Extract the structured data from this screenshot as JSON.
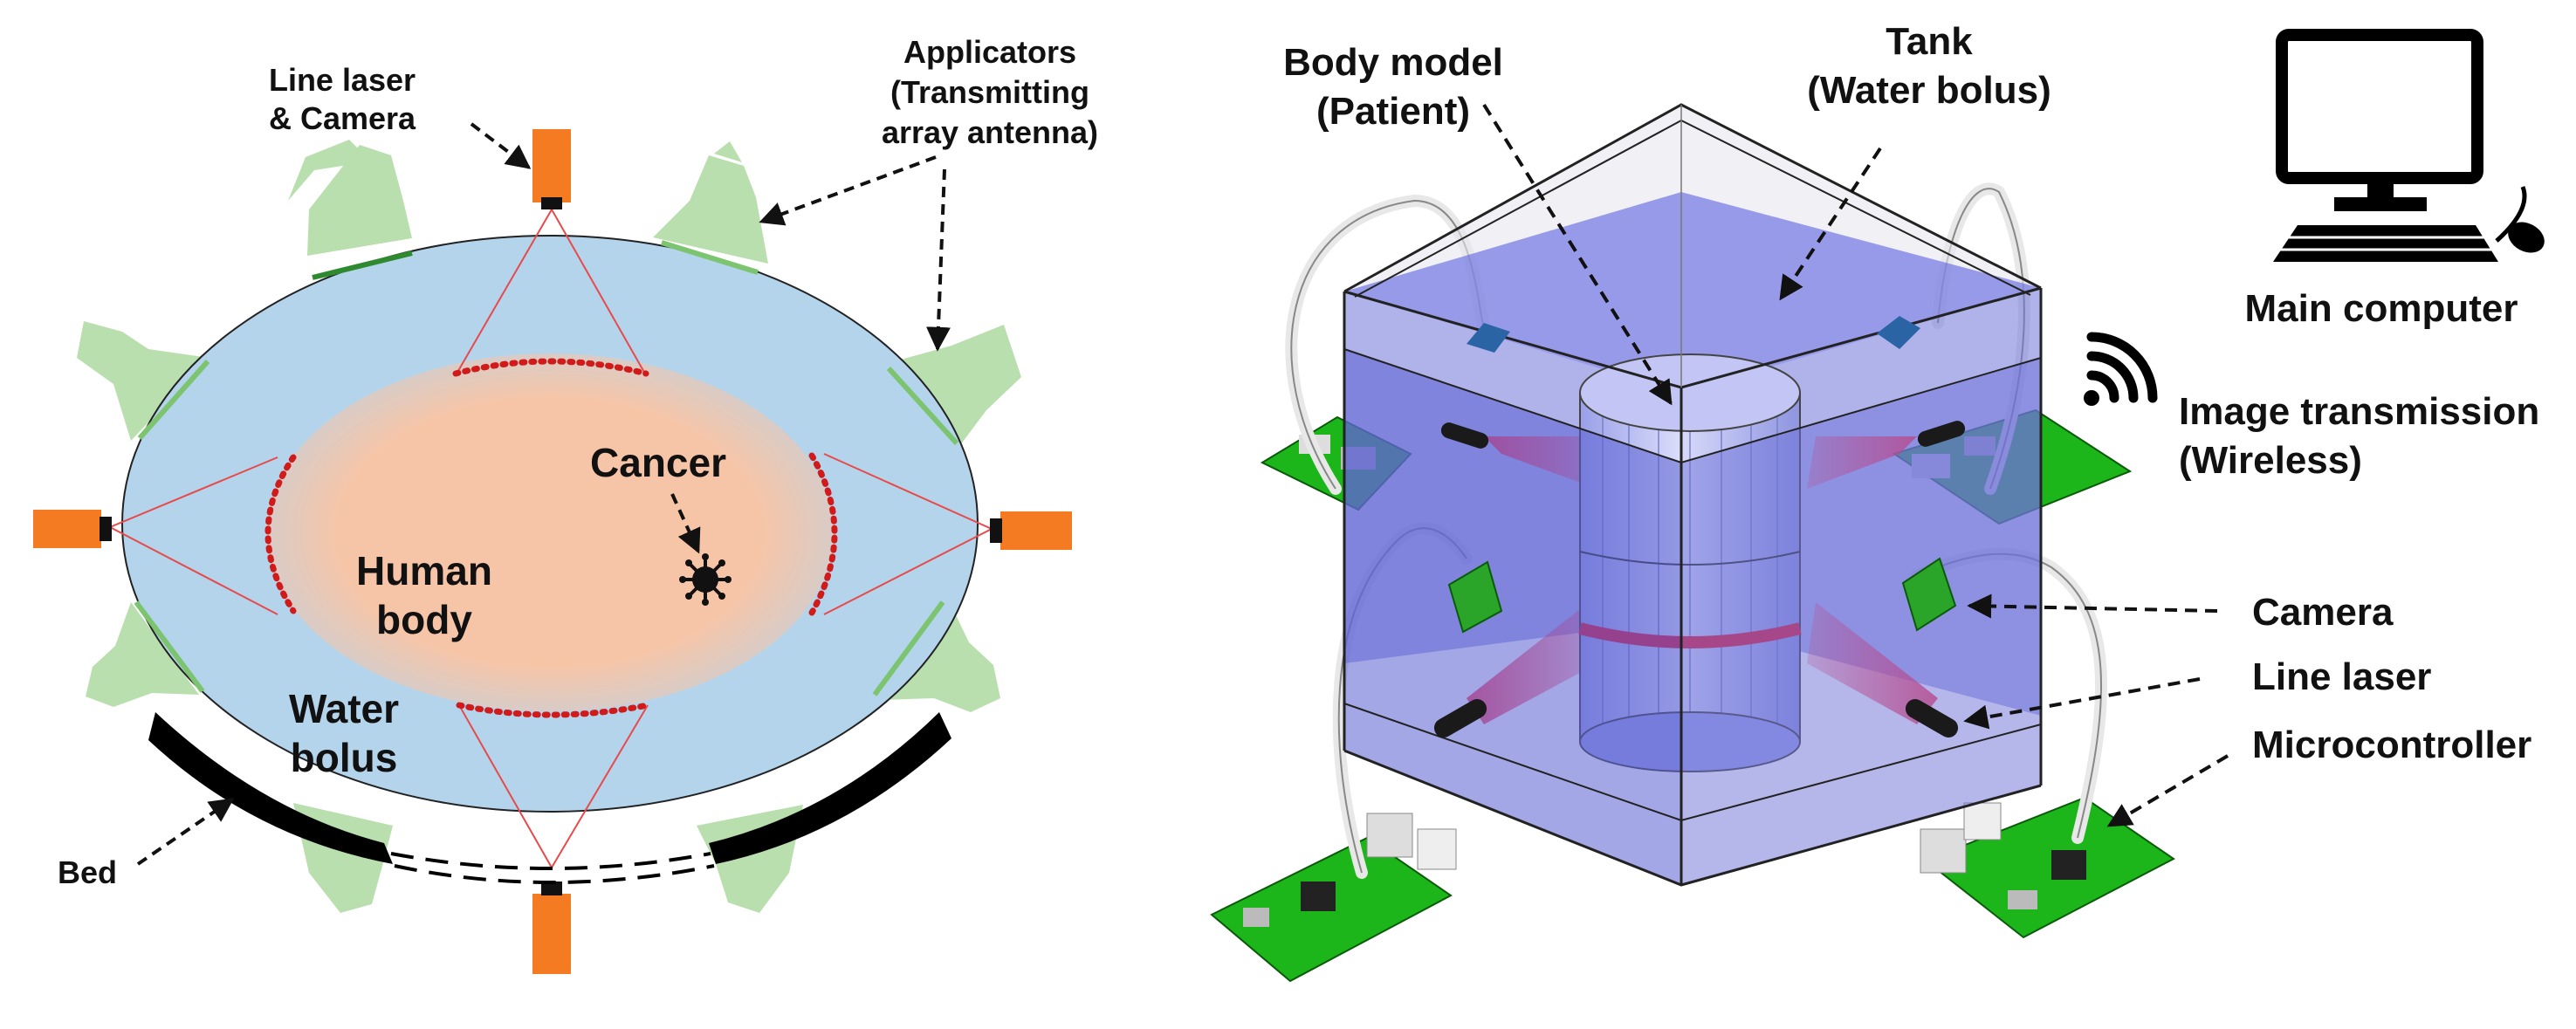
{
  "colors": {
    "water": "#b4d4ec",
    "body": "#f6c5a8",
    "applicator": "#b9dfae",
    "applicator_edge": "#2f8a2f",
    "laser_device": "#f47b22",
    "laser_line": "#e84a4a",
    "boundary_dots": "#d11a1a",
    "bed": "#000000",
    "tank_fill": "#6f73d8",
    "board": "#1db61a"
  },
  "left_panel": {
    "labels": {
      "line_laser_camera_1": "Line laser",
      "line_laser_camera_2": "& Camera",
      "applicators_1": "Applicators",
      "applicators_2": "(Transmitting",
      "applicators_3": "array antenna)",
      "cancer": "Cancer",
      "human_body_1": "Human",
      "human_body_2": "body",
      "water_bolus_1": "Water",
      "water_bolus_2": "bolus",
      "bed": "Bed"
    }
  },
  "right_panel": {
    "labels": {
      "body_model_1": "Body model",
      "body_model_2": "(Patient)",
      "tank_1": "Tank",
      "tank_2": "(Water bolus)",
      "main_computer": "Main computer",
      "image_transmission_1": "Image transmission",
      "image_transmission_2": "(Wireless)",
      "camera": "Camera",
      "line_laser": "Line laser",
      "microcontroller": "Microcontroller"
    }
  }
}
